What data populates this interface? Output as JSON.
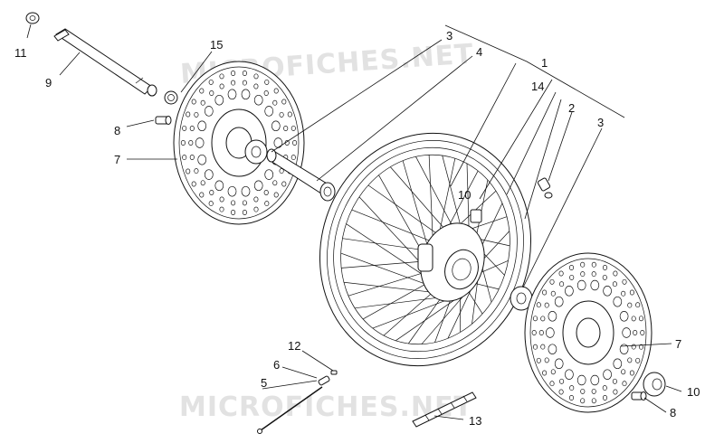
{
  "watermark": "MICROFICHES.NET",
  "callouts": {
    "c1": "1",
    "c2": "2",
    "c3a": "3",
    "c3b": "3",
    "c4": "4",
    "c5": "5",
    "c6": "6",
    "c7a": "7",
    "c7b": "7",
    "c8a": "8",
    "c8b": "8",
    "c9": "9",
    "c10a": "10",
    "c10b": "10",
    "c11": "11",
    "c12": "12",
    "c13": "13",
    "c14": "14",
    "c15": "15"
  }
}
